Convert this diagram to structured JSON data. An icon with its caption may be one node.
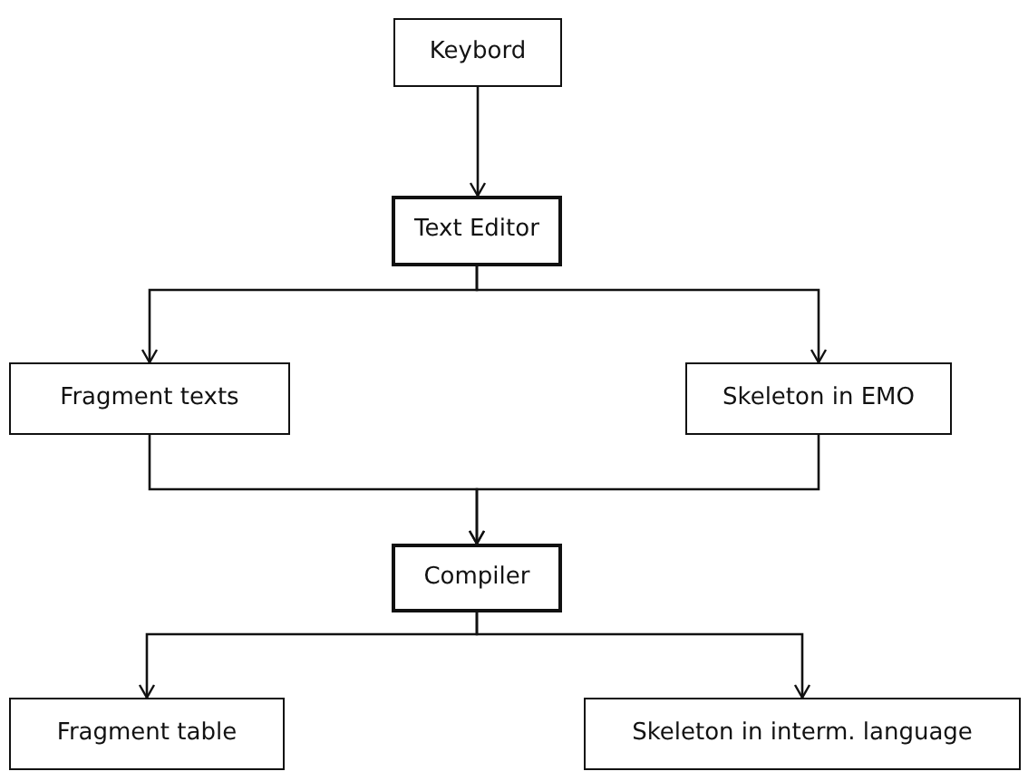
{
  "diagram": {
    "nodes": [
      {
        "text": [
          "Keybord"
        ]
      },
      {
        "text": [
          "Text Editor"
        ]
      },
      {
        "text": [
          "Fragment texts"
        ]
      },
      {
        "text": [
          "Skeleton in EMO"
        ]
      },
      {
        "text": [
          "Compiler"
        ]
      },
      {
        "text": [
          "Fragment table"
        ]
      },
      {
        "text": [
          "Skeleton in interm. language"
        ]
      }
    ],
    "edges": [
      {
        "from": 0,
        "to": 1,
        "arrow": "to"
      },
      {
        "from": 1,
        "to": 2,
        "arrow": "to"
      },
      {
        "from": 1,
        "to": 3,
        "arrow": "to"
      },
      {
        "from": 2,
        "to": 4,
        "arrow": "to"
      },
      {
        "from": 3,
        "to": 4,
        "arrow": "to"
      },
      {
        "from": 4,
        "to": 5,
        "arrow": "to"
      },
      {
        "from": 4,
        "to": 6,
        "arrow": "to"
      }
    ]
  }
}
